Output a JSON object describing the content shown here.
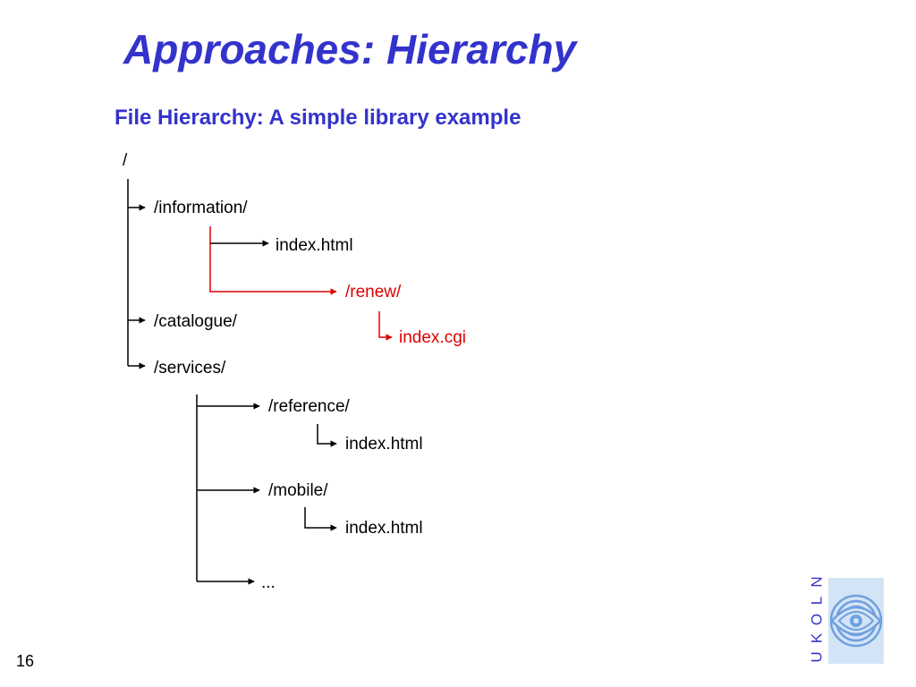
{
  "slide": {
    "title": "Approaches: Hierarchy",
    "subtitle": "File Hierarchy: A simple library example",
    "page_number": "16"
  },
  "tree": {
    "root": "/",
    "information": "/information/",
    "information_index": "index.html",
    "renew": "/renew/",
    "renew_index": "index.cgi",
    "catalogue": "/catalogue/",
    "services": "/services/",
    "reference": "/reference/",
    "reference_index": "index.html",
    "mobile": "/mobile/",
    "mobile_index": "index.html",
    "more": "..."
  },
  "logo": {
    "letters": [
      "U",
      "K",
      "O",
      "L",
      "N"
    ],
    "color": "#3333cc"
  },
  "colors": {
    "heading": "#3333cc",
    "highlight": "#dd0000",
    "text": "#000000"
  }
}
